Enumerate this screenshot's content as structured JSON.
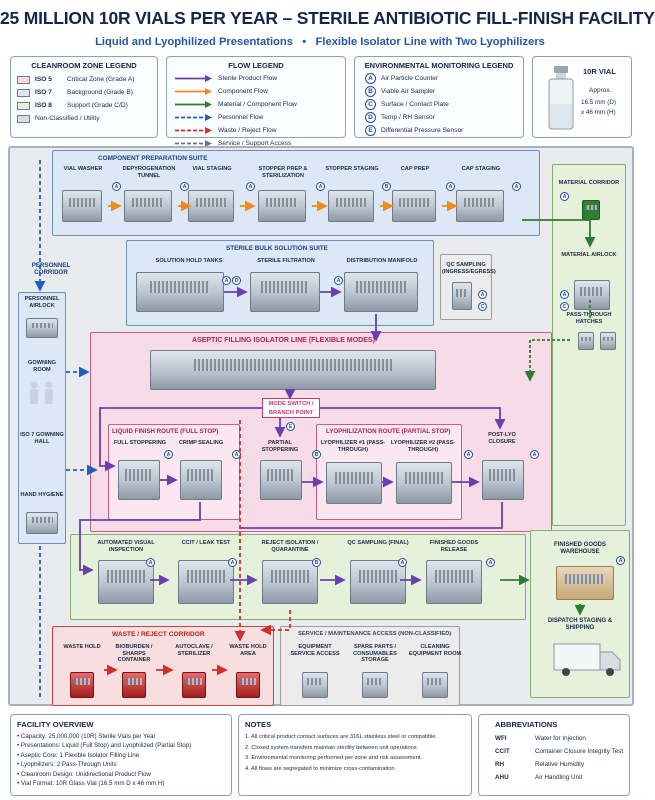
{
  "title": "25 MILLION 10R VIALS PER YEAR – STERILE ANTIBIOTIC FILL-FINISH FACILITY",
  "subtitle_left": "Liquid and Lyophilized Presentations",
  "subtitle_sep": "•",
  "subtitle_right": "Flexible Isolator Line with Two Lyophilizers",
  "cleanroom_legend": {
    "title": "CLEANROOM ZONE LEGEND",
    "items": [
      {
        "code": "ISO 5",
        "desc": "Critical Zone (Grade A)",
        "color": "#f7dbe6"
      },
      {
        "code": "ISO 7",
        "desc": "Background (Grade B)",
        "color": "#dce8f6"
      },
      {
        "code": "ISO 8",
        "desc": "Support (Grade C/D)",
        "color": "#e6f1dc"
      },
      {
        "code": "",
        "desc": "Non-Classified / Utility",
        "color": "#dcdcdc"
      }
    ]
  },
  "flow_legend": {
    "title": "FLOW LEGEND",
    "items": [
      {
        "label": "Sterile Product Flow",
        "color": "#6a3fb0"
      },
      {
        "label": "Component Flow",
        "color": "#ef8a1c"
      },
      {
        "label": "Material / Component Flow",
        "color": "#2f7d32"
      },
      {
        "label": "Personnel Flow",
        "color": "#1f5fbf"
      },
      {
        "label": "Waste / Reject Flow",
        "color": "#d0302c"
      },
      {
        "label": "Service / Support Access",
        "color": "#6b7580"
      }
    ]
  },
  "monitoring_legend": {
    "title": "ENVIRONMENTAL MONITORING LEGEND",
    "items": [
      {
        "letter": "A",
        "label": "Air Particle Counter"
      },
      {
        "letter": "B",
        "label": "Viable Air Sampler"
      },
      {
        "letter": "C",
        "label": "Surface / Contact Plate"
      },
      {
        "letter": "D",
        "label": "Temp / RH Sensor"
      },
      {
        "letter": "E",
        "label": "Differential Pressure Sensor"
      }
    ]
  },
  "vial_box": {
    "title": "10R VIAL",
    "approx": "Approx.",
    "dim1": "16.5 mm (D)",
    "dim2": "x 46 mm (H)"
  },
  "component_suite": {
    "title": "COMPONENT PREPARATION SUITE",
    "stations": [
      "VIAL WASHER",
      "DEPYROGENATION TUNNEL",
      "VIAL STAGING",
      "STOPPER PREP & STERILIZATION",
      "STOPPER STAGING",
      "CAP PREP",
      "CAP STAGING"
    ]
  },
  "bulk_suite": {
    "title": "STERILE BULK SOLUTION SUITE",
    "stations": [
      "SOLUTION HOLD TANKS",
      "STERILE FILTRATION",
      "DISTRIBUTION MANIFOLD"
    ]
  },
  "qc_sampling": "QC SAMPLING (INGRESS/EGRESS)",
  "material_corridor": "MATERIAL CORRIDOR",
  "material_airlock": "MATERIAL AIRLOCK",
  "pass_through": "PASS-THROUGH HATCHES",
  "personnel_corridor": "PERSONNEL CORRIDOR",
  "personnel_rooms": [
    "PERSONNEL AIRLOCK",
    "GOWNING ROOM",
    "ISO 7 GOWNING HALL",
    "HAND HYGIENE"
  ],
  "filling_line": {
    "title": "ASEPTIC FILLING ISOLATOR LINE (FLEXIBLE MODES)"
  },
  "mode_switch": "MODE SWITCH / BRANCH POINT",
  "liquid_route": {
    "title": "LIQUID FINISH ROUTE (FULL STOP)",
    "stations": [
      "FULL STOPPERING",
      "CRIMP SEALING"
    ]
  },
  "partial_stoppering": "PARTIAL STOPPERING",
  "lyo_route": {
    "title": "LYOPHILIZATION ROUTE (PARTIAL STOP)",
    "stations": [
      "LYOPHILIZER #1 (PASS-THROUGH)",
      "LYOPHILIZER #2 (PASS-THROUGH)"
    ]
  },
  "post_lyo": "POST-LYO CLOSURE",
  "inspection_row": [
    "AUTOMATED VISUAL INSPECTION",
    "CCIT / LEAK TEST",
    "REJECT ISOLATION / QUARANTINE",
    "QC SAMPLING (FINAL)",
    "FINISHED GOODS RELEASE"
  ],
  "warehouse": "FINISHED GOODS WAREHOUSE",
  "dispatch": "DISPATCH STAGING & SHIPPING",
  "waste": {
    "title": "WASTE / REJECT CORRIDOR",
    "stations": [
      "WASTE HOLD",
      "BIOBURDEN / SHARPS CONTAINER",
      "AUTOCLAVE / STERILIZER",
      "WASTE HOLD AREA"
    ]
  },
  "service": {
    "title": "SERVICE / MAINTENANCE ACCESS (NON-CLASSIFIED)",
    "stations": [
      "EQUIPMENT SERVICE ACCESS",
      "SPARE PARTS / CONSUMABLES STORAGE",
      "CLEANING EQUIPMENT ROOM"
    ]
  },
  "facility_overview": {
    "title": "FACILITY OVERVIEW",
    "lines": [
      "• Capacity:  25,000,000 (10R) Sterile Vials per Year",
      "• Presentations: Liquid (Full Stop) and Lyophilized (Partial Stop)",
      "• Aseptic Core:  1 Flexible Isolator Filling Line",
      "• Lyophilizers: 2 Pass-Through Units",
      "• Cleanroom Design:  Unidirectional Product Flow",
      "• Vial Format:  10R Glass Vial (16.5 mm D x 46 mm H)"
    ]
  },
  "notes": {
    "title": "NOTES",
    "lines": [
      "1.  All critical product contact surfaces are 316L stainless steel or compatible.",
      "2.  Closed system transfers maintain sterility between unit operations.",
      "3.  Environmental monitoring performed per zone and risk assessment.",
      "4.  All flows are segregated to minimize cross-contamination."
    ]
  },
  "abbreviations": {
    "title": "ABBREVIATIONS",
    "items": [
      {
        "abbr": "WFI",
        "def": "Water for Injection"
      },
      {
        "abbr": "CCIT",
        "def": "Container Closure Integrity Test"
      },
      {
        "abbr": "RH",
        "def": "Relative Humidity"
      },
      {
        "abbr": "AHU",
        "def": "Air Handling Unit"
      }
    ]
  }
}
